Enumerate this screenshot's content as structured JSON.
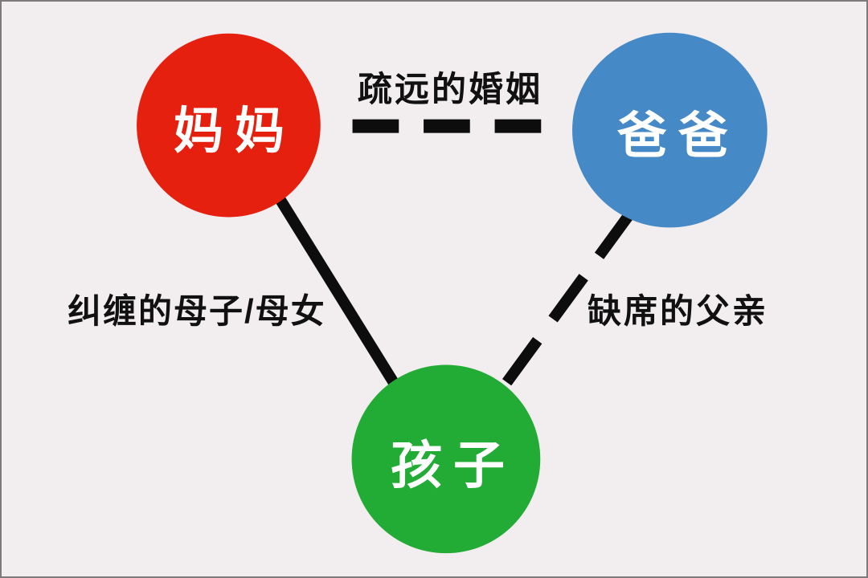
{
  "background_color": "#f2eef0",
  "border_color": "#7e7a7c",
  "line_color": "#0d0d0d",
  "nodes": {
    "mom": {
      "label": "妈妈",
      "color": "#e6200f",
      "text_color": "#ffffff"
    },
    "dad": {
      "label": "爸爸",
      "color": "#4689c7",
      "text_color": "#ffffff"
    },
    "child": {
      "label": "孩子",
      "color": "#22ab35",
      "text_color": "#ffffff"
    }
  },
  "edges": {
    "mom_dad": {
      "label": "疏远的婚姻",
      "style": "dashed"
    },
    "mom_child": {
      "label": "纠缠的母子/母女",
      "style": "solid"
    },
    "dad_child": {
      "label": "缺席的父亲",
      "style": "dashed"
    }
  }
}
